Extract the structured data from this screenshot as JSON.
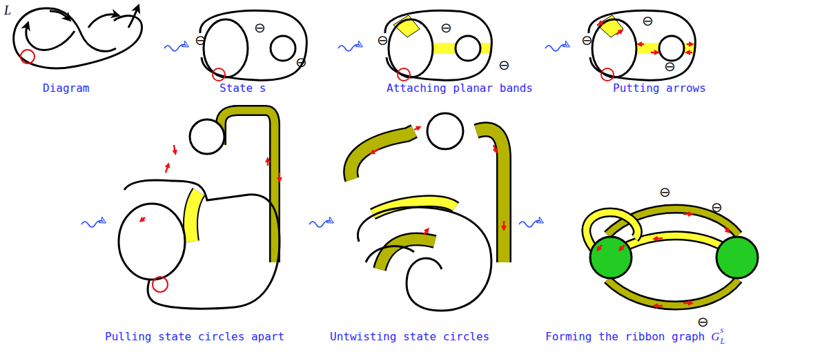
{
  "diagram": {
    "labels": [
      "L",
      "Diagram",
      "⊖",
      "⊖",
      "⊖",
      "State s",
      "⊖",
      "⊖",
      "⊖",
      "Attaching planar bands",
      "⊖",
      "⊖",
      "⊖",
      "Putting arrows",
      "Pulling state circles apart",
      "Untwisting state circles",
      "⊖",
      "⊖",
      "⊖",
      "Forming the ribbon graph",
      "G",
      "s",
      "L"
    ]
  }
}
